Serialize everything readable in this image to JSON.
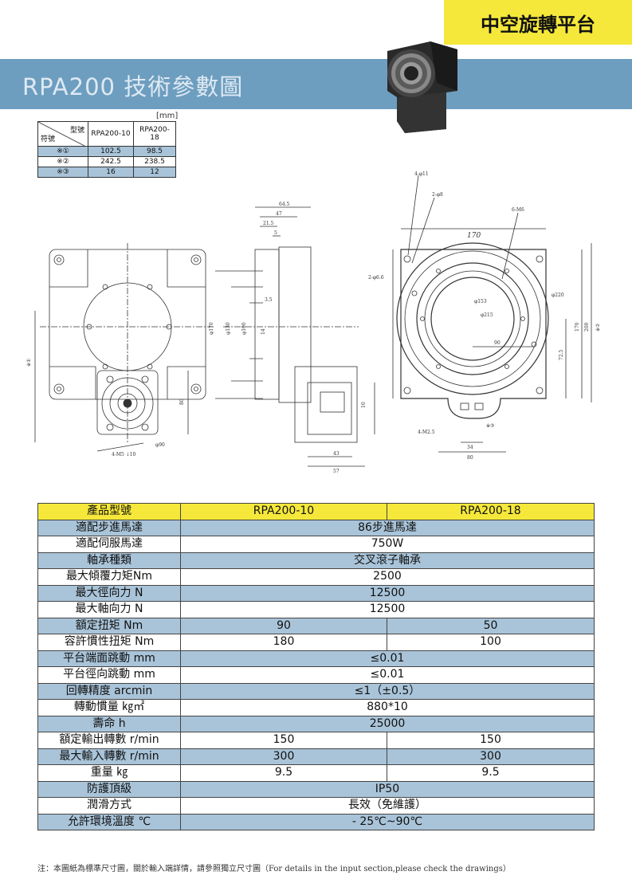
{
  "header": {
    "badge": "中空旋轉平台",
    "title": "RPA200 技術參數圖"
  },
  "small_table": {
    "unit": "[mm]",
    "corner_top": "型號",
    "corner_bottom": "符號",
    "columns": [
      "RPA200-10",
      "RPA200-18"
    ],
    "rows": [
      {
        "label": "※①",
        "values": [
          "102.5",
          "98.5"
        ]
      },
      {
        "label": "※②",
        "values": [
          "242.5",
          "238.5"
        ]
      },
      {
        "label": "※③",
        "values": [
          "16",
          "12"
        ]
      }
    ]
  },
  "drawing_labels": {
    "top_dims": [
      "64.5",
      "47",
      "21.5",
      "5"
    ],
    "side_dims": [
      "φ170",
      "φ130",
      "φ100",
      "14",
      "3.5",
      "※①"
    ],
    "bottom_dims_left": [
      "80",
      "4-M5 ↓10",
      "φ90"
    ],
    "bottom_dims_mid": [
      "43",
      "57",
      "10"
    ],
    "right_labels": [
      "4-φ11",
      "2-φ8",
      "6-M6",
      "170",
      "2-φ6.6",
      "φ153",
      "φ215",
      "φ220",
      "90",
      "72.5",
      "170",
      "200",
      "※②",
      "4-M2.5",
      "34",
      "80",
      "※③"
    ]
  },
  "spec_table": {
    "header": {
      "label": "產品型號",
      "col1": "RPA200-10",
      "col2": "RPA200-18"
    },
    "rows": [
      {
        "label": "適配步進馬達",
        "value": "86步進馬達"
      },
      {
        "label": "適配伺服馬達",
        "value": "750W"
      },
      {
        "label": "軸承種類",
        "value": "交叉滾子軸承"
      },
      {
        "label": "最大傾覆力矩Nm",
        "value": "2500"
      },
      {
        "label": "最大徑向力 N",
        "value": "12500"
      },
      {
        "label": "最大軸向力 N",
        "value": "12500"
      },
      {
        "label": "額定扭矩 Nm",
        "v1": "90",
        "v2": "50"
      },
      {
        "label": "容許慣性扭矩 Nm",
        "v1": "180",
        "v2": "100"
      },
      {
        "label": "平台端面跳動 mm",
        "value": "≤0.01"
      },
      {
        "label": "平台徑向跳動 mm",
        "value": "≤0.01"
      },
      {
        "label": "回轉精度 arcmin",
        "value": "≤1（±0.5）"
      },
      {
        "label": "轉動慣量 ㎏㎡",
        "value": "880*10"
      },
      {
        "label": "壽命 h",
        "value": "25000"
      },
      {
        "label": "額定輸出轉數 r/min",
        "v1": "150",
        "v2": "150"
      },
      {
        "label": "最大輸入轉數 r/min",
        "v1": "300",
        "v2": "300"
      },
      {
        "label": "重量 ㎏",
        "v1": "9.5",
        "v2": "9.5"
      },
      {
        "label": "防護頂級",
        "value": "IP50"
      },
      {
        "label": "潤滑方式",
        "value": "長效（免維護）"
      },
      {
        "label": "允許環境溫度 ℃",
        "value": "- 25℃~90℃"
      }
    ]
  },
  "footnote": "注：本圖紙為標準尺寸圖，關於輸入端詳情，請參照獨立尺寸圖（For details in the input section,please check the drawings）"
}
